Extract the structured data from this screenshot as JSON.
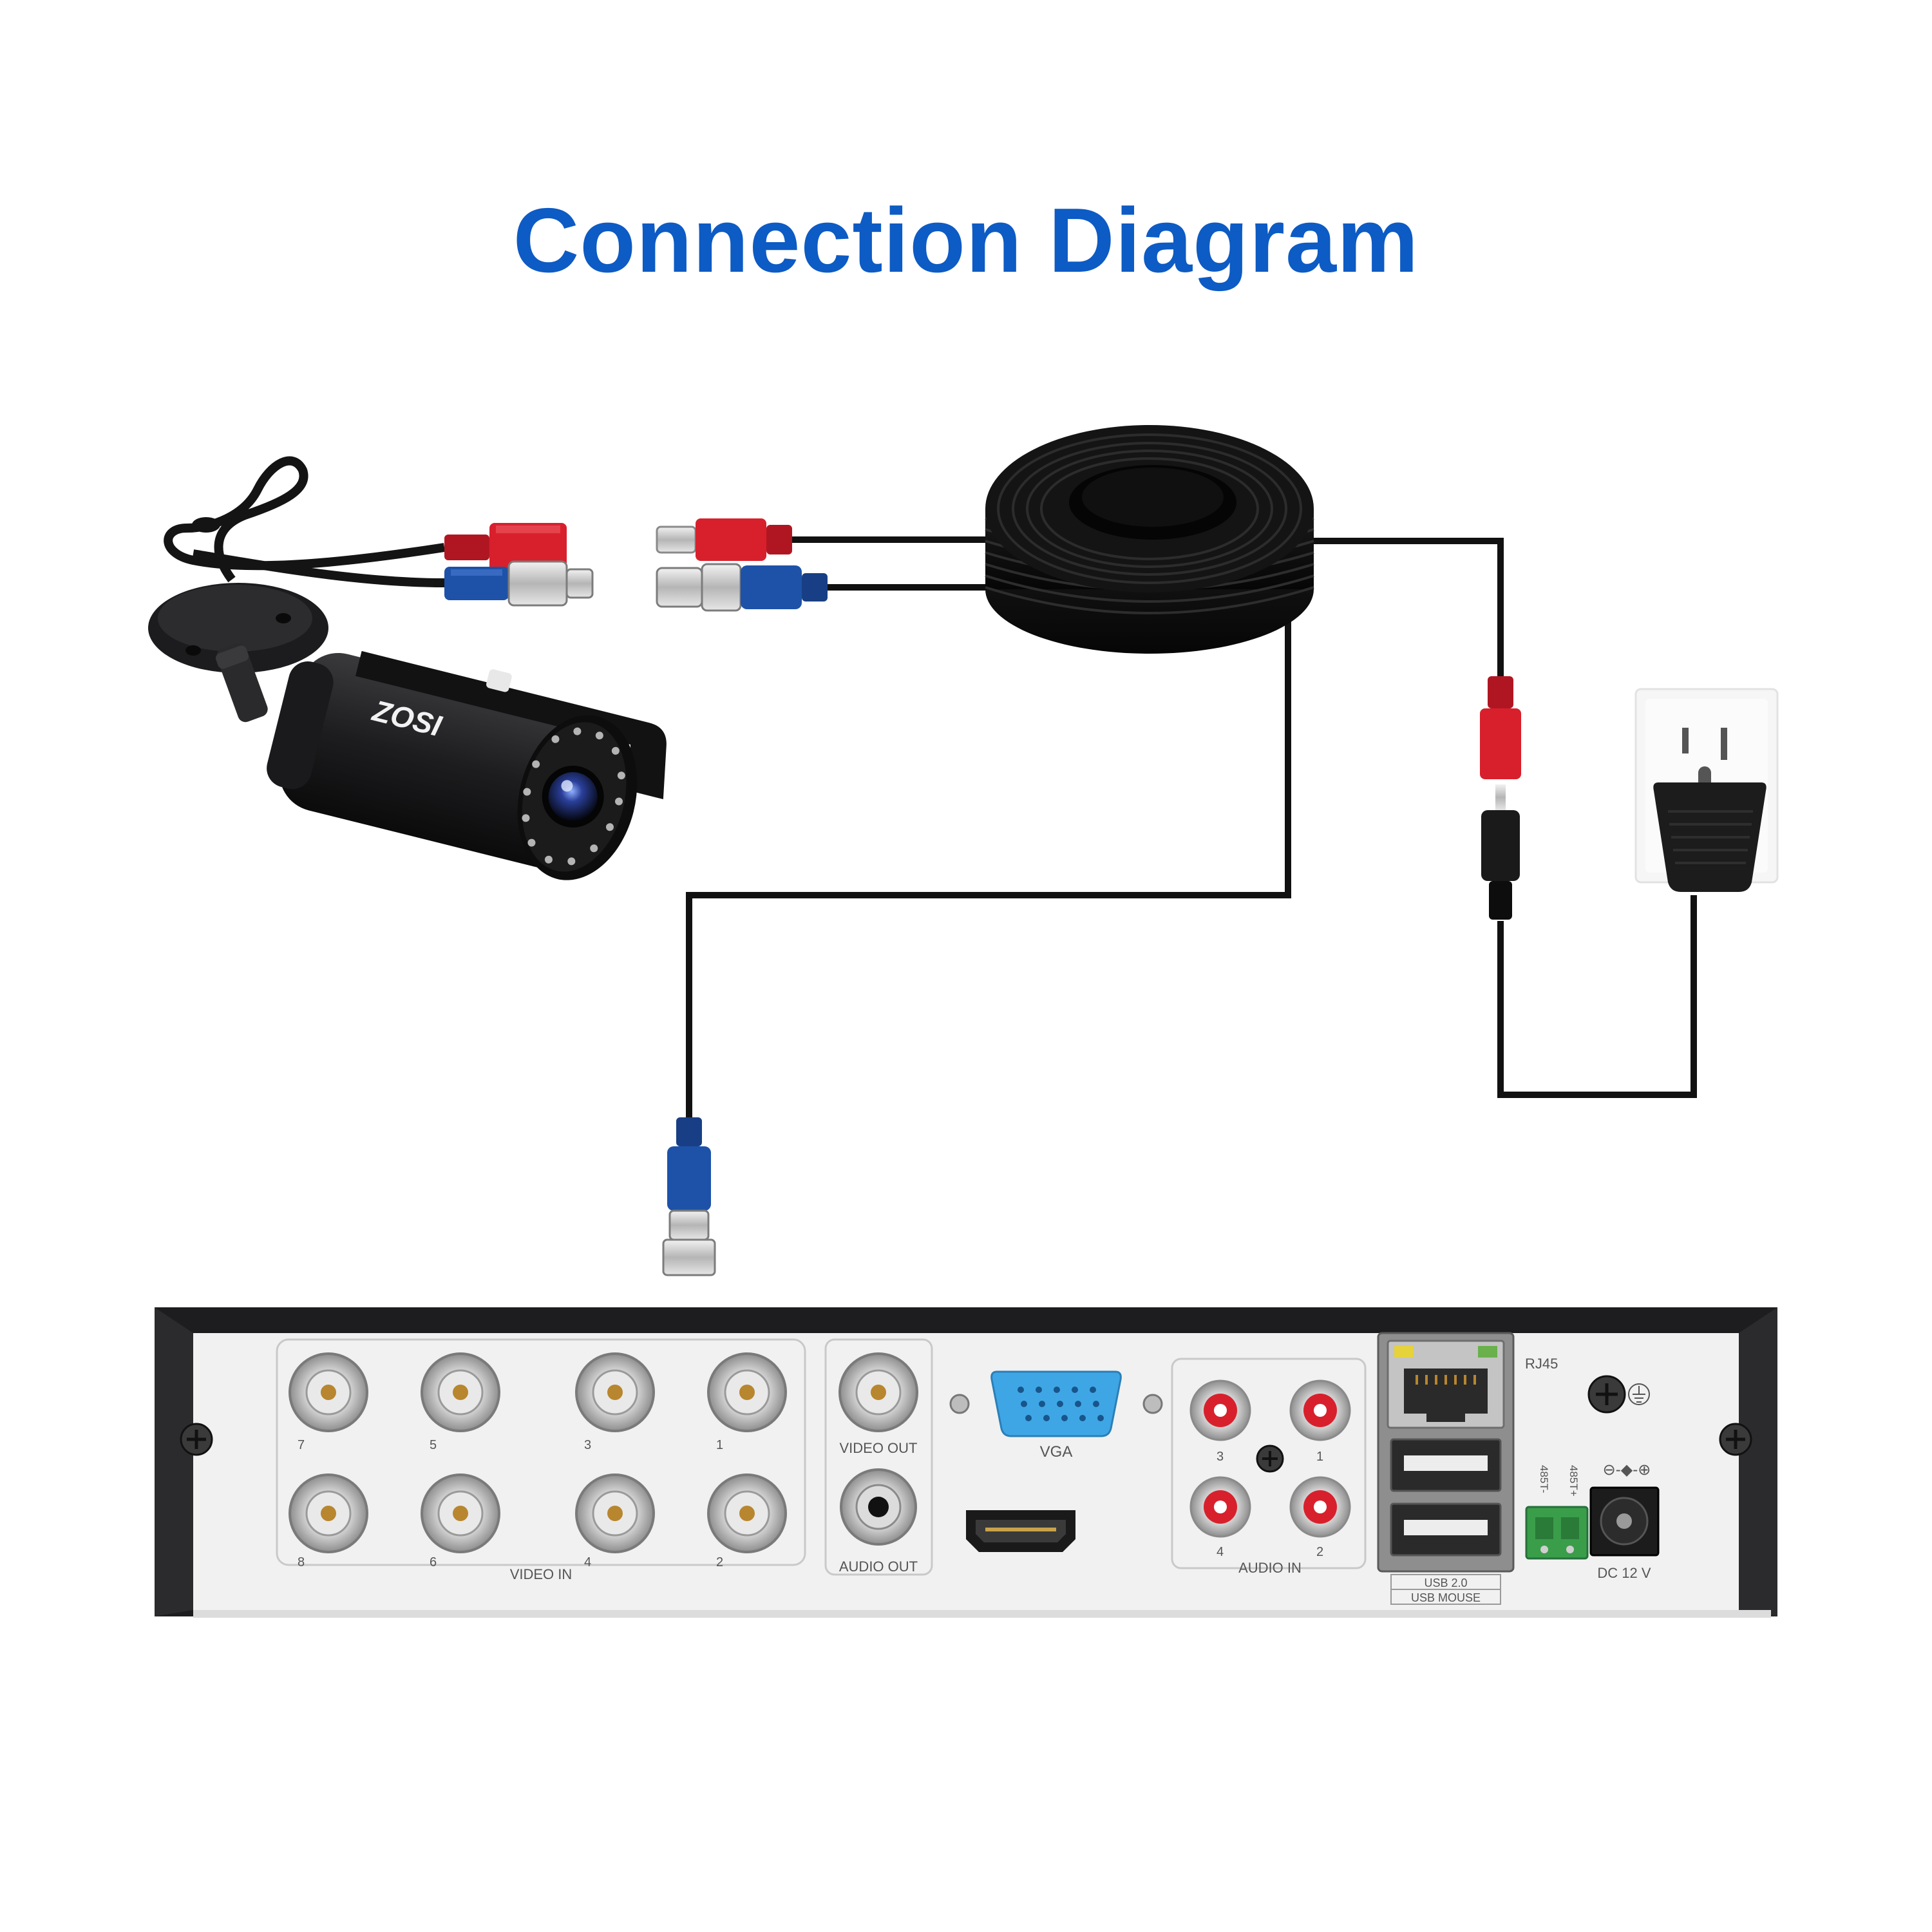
{
  "title": "Connection Diagram",
  "camera": {
    "brand": "ZOSI"
  },
  "dvr": {
    "video_in_label": "VIDEO IN",
    "video_in_ports": [
      "7",
      "5",
      "3",
      "1",
      "8",
      "6",
      "4",
      "2"
    ],
    "video_out_label": "VIDEO OUT",
    "audio_out_label": "AUDIO OUT",
    "vga_label": "VGA",
    "audio_in_label": "AUDIO IN",
    "audio_in_ports": [
      "3",
      "1",
      "4",
      "2"
    ],
    "rj45_label": "RJ45",
    "usb_label_1": "USB 2.0",
    "usb_label_2": "USB MOUSE",
    "rs485_minus": "485T-",
    "rs485_plus": "485T+",
    "power_symbols": "⊖-◆-⊕",
    "dc_label": "DC 12 V"
  },
  "colors": {
    "title": "#0d5bc4",
    "cable": "#111111",
    "red_connector": "#d8202c",
    "blue_connector": "#1d52a8",
    "vga_port": "#3fa6e6",
    "terminal_green": "#3a9d4a"
  }
}
